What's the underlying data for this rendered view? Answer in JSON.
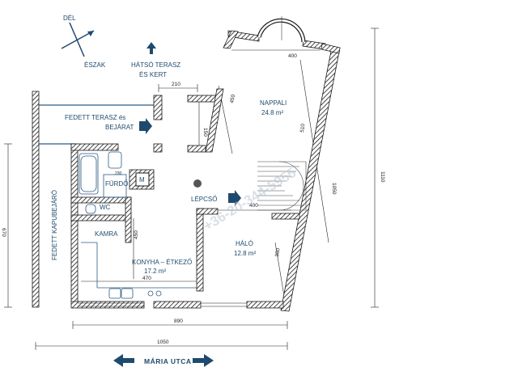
{
  "compass": {
    "north": "ÉSZAK",
    "south": "DÉL"
  },
  "labels": {
    "rear_terrace_line1": "HÁTSÓ TERASZ",
    "rear_terrace_line2": "ÉS KERT",
    "covered_terrace_line1": "FEDETT TERASZ és",
    "covered_terrace_line2": "BEJÁRAT",
    "covered_driveway": "FEDETT KAPUBEJÁRÓ",
    "stairs": "LÉPCSŐ",
    "street": "MÁRIA UTCA"
  },
  "rooms": {
    "living": {
      "name": "NAPPALI",
      "area": "24.8 m²"
    },
    "bedroom": {
      "name": "HÁLÓ",
      "area": "12.8 m²"
    },
    "kitchen": {
      "name": "KONYHA – ÉTKEZŐ",
      "area": "17.2 m²"
    },
    "bathroom": {
      "name": "FÜRDŐ"
    },
    "wc": {
      "name": "WC"
    },
    "pantry": {
      "name": "KAMRA"
    },
    "boiler": {
      "name": "M"
    }
  },
  "dimensions": {
    "d210": "210",
    "d400_top": "400",
    "d450_top": "450",
    "d150": "150",
    "d510": "510",
    "d1050_inner": "1050",
    "d1110": "1110",
    "d230": "230",
    "d450_kitchen": "450",
    "d470": "470",
    "d400_bed": "400",
    "d360": "360",
    "d670": "670",
    "d890": "890",
    "d1050_bottom": "1050"
  },
  "watermark": "+36-20-344-5955",
  "colors": {
    "accent": "#1f4a6e",
    "wall": "#1a1a1a",
    "plumbing": "#2b5a86"
  }
}
